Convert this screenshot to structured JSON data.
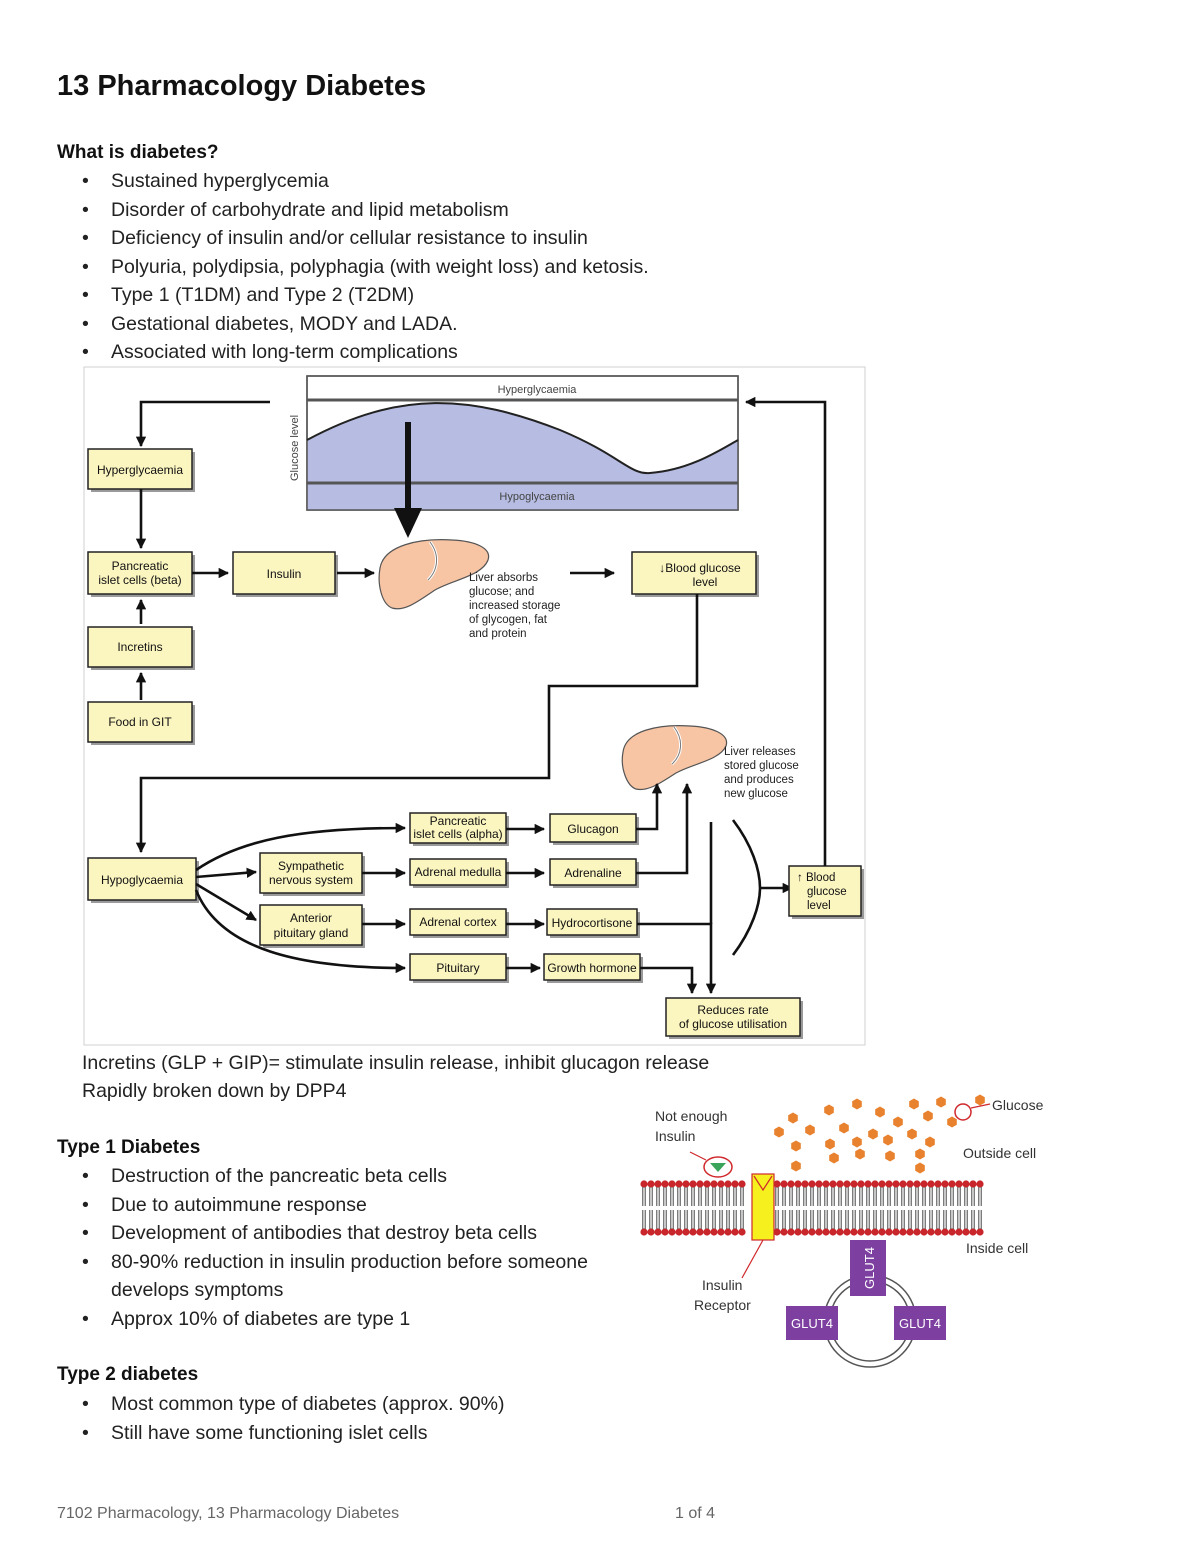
{
  "title": "13 Pharmacology Diabetes",
  "what_is": {
    "heading": "What is diabetes?",
    "items": [
      "Sustained hyperglycemia",
      "Disorder of carbohydrate and lipid metabolism",
      "Deficiency of insulin and/or cellular resistance to insulin",
      "Polyuria, polydipsia, polyphagia (with weight loss) and ketosis.",
      "Type 1 (T1DM) and Type 2 (T2DM)",
      "Gestational diabetes, MODY and LADA.",
      "Associated with long-term complications"
    ]
  },
  "diagram": {
    "graph_top_label": "Hyperglycaemia",
    "graph_bottom_label": "Hypoglycaemia",
    "graph_axis_label": "Glucose level",
    "hyperglycaemia": "Hyperglycaemia",
    "pancreatic_beta_1": "Pancreatic",
    "pancreatic_beta_2": "islet cells (beta)",
    "insulin": "Insulin",
    "incretins": "Incretins",
    "food_in_git": "Food in GIT",
    "liver_absorbs": [
      "Liver absorbs",
      "glucose; and",
      "increased storage",
      "of glycogen, fat",
      "and protein"
    ],
    "blood_glucose_down_1": "↓Blood glucose",
    "blood_glucose_down_2": "level",
    "liver_releases": [
      "Liver releases",
      "stored glucose",
      "and produces",
      "new glucose"
    ],
    "pancreatic_alpha_1": "Pancreatic",
    "pancreatic_alpha_2": "islet cells (alpha)",
    "glucagon": "Glucagon",
    "hypoglycaemia": "Hypoglycaemia",
    "sympathetic_1": "Sympathetic",
    "sympathetic_2": "nervous system",
    "adrenal_medulla": "Adrenal medulla",
    "adrenaline": "Adrenaline",
    "anterior_1": "Anterior",
    "anterior_2": "pituitary gland",
    "adrenal_cortex": "Adrenal cortex",
    "hydrocortisone": "Hydrocortisone",
    "pituitary": "Pituitary",
    "growth_hormone": "Growth hormone",
    "blood_glucose_up": [
      "↑ Blood",
      "glucose",
      "level"
    ],
    "reduces_1": "Reduces rate",
    "reduces_2": "of glucose utilisation"
  },
  "incretins_note": [
    "Incretins (GLP + GIP)= stimulate insulin release, inhibit glucagon release",
    "Rapidly broken down by DPP4"
  ],
  "type1": {
    "heading": "Type 1 Diabetes",
    "items": [
      "Destruction of the pancreatic beta cells",
      "Due to autoimmune response",
      "Development of antibodies that destroy beta cells",
      "80-90% reduction in insulin production before someone  develops symptoms",
      "Approx 10% of diabetes are type 1"
    ]
  },
  "type2": {
    "heading": "Type 2 diabetes",
    "items": [
      "Most common type of diabetes (approx. 90%)",
      "Still have some functioning islet cells"
    ]
  },
  "cell_figure": {
    "not_enough_1": "Not enough",
    "not_enough_2": "Insulin",
    "glucose": "Glucose",
    "outside": "Outside cell",
    "inside": "Inside cell",
    "receptor_1": "Insulin",
    "receptor_2": "Receptor",
    "glut": "GLUT4",
    "colors": {
      "glucose": "#e8822e",
      "membrane_head": "#c8262a",
      "receptor": "#f5f01e",
      "glut4": "#7d3fa0",
      "insulin": "#3aa55a"
    }
  },
  "footer": {
    "left": "7102 Pharmacology, 13 Pharmacology Diabetes",
    "right": "1 of 4"
  }
}
